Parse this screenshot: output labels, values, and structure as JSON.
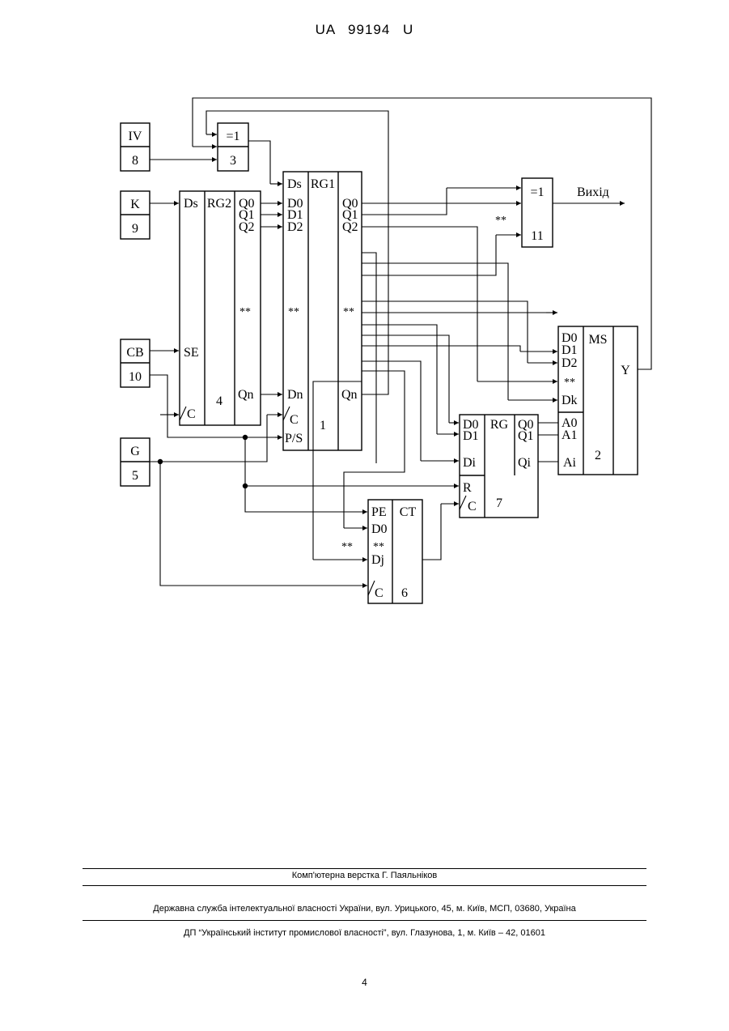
{
  "document_id": "UA   99194   U",
  "diagram": {
    "blocks": {
      "b8": {
        "name": "IV",
        "num": "8"
      },
      "b9": {
        "name": "K",
        "num": "9"
      },
      "b10": {
        "name": "CB",
        "num": "10"
      },
      "b5": {
        "name": "G",
        "num": "5"
      },
      "b3": {
        "name": "=1",
        "num": "3"
      },
      "b11": {
        "name": "=1",
        "num": "11"
      },
      "rg2": {
        "name": "RG2",
        "num": "4",
        "inputs": [
          "Ds",
          "SE",
          "C"
        ],
        "outputs": [
          "Q0",
          "Q1",
          "Q2",
          "**",
          "Qn"
        ]
      },
      "rg1": {
        "name": "RG1",
        "num": "1",
        "inputs": [
          "Ds",
          "D0",
          "D1",
          "D2",
          "**",
          "Dn",
          "C",
          "P/S"
        ],
        "outputs": [
          "Q0",
          "Q1",
          "Q2",
          "**",
          "Qn"
        ]
      },
      "ms": {
        "name": "MS",
        "num": "2",
        "inputs": [
          "D0",
          "D1",
          "D2",
          "**",
          "Dk",
          "A0",
          "A1",
          "Ai"
        ],
        "output": "Y"
      },
      "rg": {
        "name": "RG",
        "num": "7",
        "inputs": [
          "D0",
          "D1",
          "Di",
          "R",
          "C"
        ],
        "outputs": [
          "Q0",
          "Q1",
          "Qi"
        ]
      },
      "ct": {
        "name": "CT",
        "num": "6",
        "inputs": [
          "PE",
          "D0",
          "**",
          "Dj",
          "C"
        ]
      }
    },
    "output_label": "Вихід",
    "stars": "**"
  },
  "footer": {
    "compositor": "Комп'ютерна верстка Г. Паяльніков",
    "agency": "Державна служба інтелектуальної власності України, вул. Урицького, 45, м. Київ, МСП, 03680, Україна",
    "institute": "ДП “Український інститут промислової власності”, вул. Глазунова, 1, м. Київ – 42, 01601"
  },
  "page_number": "4"
}
